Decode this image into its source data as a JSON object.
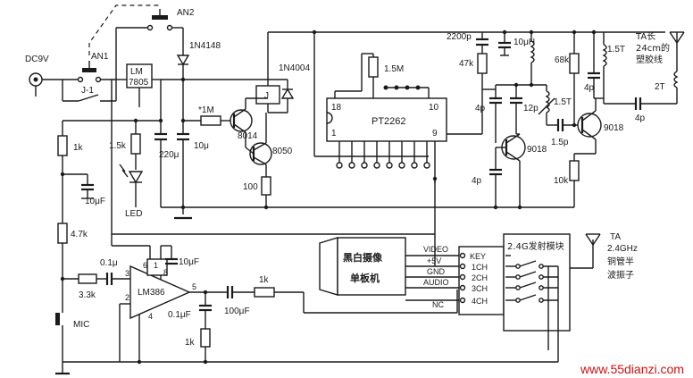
{
  "labels": {
    "dc9v": "DC9V",
    "an1": "AN1",
    "an2": "AN2",
    "j1": "J-1",
    "lm7805_a": "LM",
    "lm7805_b": "7805",
    "d1": "1N4148",
    "d2": "1N4004",
    "r_1m_star": "*1M",
    "q8014": "8014",
    "q8050": "8050",
    "relay": "J",
    "c220": "220μ",
    "c10u": "10μ",
    "r1_5k": "1.5k",
    "r1k_top": "1k",
    "r100": "100",
    "c10uf_left": "10μF",
    "led": "LED",
    "r4_7k": "4.7k",
    "ic_pt2262": "PT2262",
    "pin18": "18",
    "pin10": "10",
    "pin1": "1",
    "pin9": "9",
    "r1_5m": "1.5M",
    "c2200p": "2200p",
    "r47k": "47k",
    "l10uh": "10μH",
    "r68k": "68k",
    "l1_5t_a": "1.5T",
    "l1_5t_b": "1.5T",
    "c4p_a": "4p",
    "c4p_b": "4p",
    "c4p_c": "4p",
    "c4p_d": "4p",
    "c12p": "12p",
    "c1_5p": "1.5p",
    "q9018_a": "9018",
    "q9018_b": "9018",
    "r10k": "10k",
    "ant_note_1": "TA长",
    "ant_note_2": "24cm的",
    "ant_note_3": "塑胶线",
    "l2t": "2T",
    "c0_1u_a": "0.1μ",
    "c0_1uf_b": "0.1μF",
    "r3_3k": "3.3k",
    "ic_lm386": "LM386",
    "pin3": "3",
    "pin2": "2",
    "pin6": "6",
    "pin1b": "1",
    "pin8": "8",
    "pin5": "5",
    "pin4": "4",
    "c10uf_top": "10μF",
    "c100uf": "100μF",
    "r1k_out": "1k",
    "r1k_bot": "1k",
    "mic": "MIC",
    "camera_1": "黑白摄像",
    "camera_2": "单板机",
    "pin_video": "VIDEO",
    "pin_5v": "+5V",
    "pin_gnd": "GND",
    "pin_audio": "AUDIO",
    "pin_nc": "NC",
    "key": "KEY",
    "ch1": "1CH",
    "ch2": "2CH",
    "ch3": "3CH",
    "ch4": "4CH",
    "module": "2.4G发射模块",
    "ta_right_1": "TA",
    "ta_right_2": "2.4GHz",
    "ta_right_3": "铜管半",
    "ta_right_4": "波振子",
    "watermark": "www.55dianzi.com"
  }
}
